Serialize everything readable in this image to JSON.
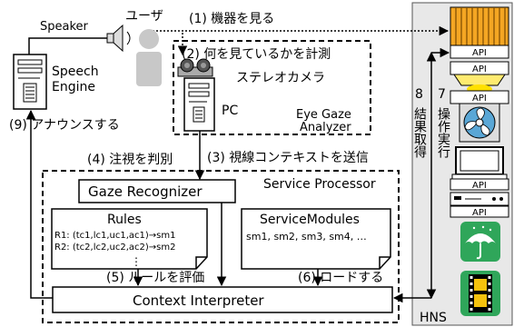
{
  "labels": {
    "speaker": "Speaker",
    "user": "ユーザ",
    "step1": "(1) 機器を見る",
    "step2": "(2) 何を見ているかを計測",
    "stereo_camera": "ステレオカメラ",
    "pc": "PC",
    "eye_gaze_analyzer_1": "Eye Gaze",
    "eye_gaze_analyzer_2": "Analyzer",
    "speech_engine_1": "Speech",
    "speech_engine_2": "Engine",
    "step9": "(9) アナウンスする",
    "step4": "(4) 注視を判別",
    "step3": "(3) 視線コンテキストを送信",
    "service_processor": "Service Processor",
    "gaze_recognizer": "Gaze Recognizer",
    "rules_title": "Rules",
    "rule1": "R1: (tc1,lc1,uc1,ac1)→sm1",
    "rule2": "R2: (tc2,lc2,uc2,ac2)→sm2",
    "rules_ellipsis": "⋮",
    "service_modules_title": "ServiceModules",
    "service_modules_list": "sm1, sm2, sm3, sm4, …",
    "step5": "(5) ルールを評価",
    "step6": "(6) ロードする",
    "context_interpreter": "Context Interpreter",
    "hns": "HNS",
    "step8_num": "8",
    "step8_text": "結果取得",
    "step7_num": "7",
    "step7_text": "操作実行",
    "api": "API"
  },
  "devices": [
    "tv-panel-icon",
    "ceiling-light-icon",
    "fan-icon",
    "monitor-icon",
    "video-deck-icon",
    "umbrella-icon",
    "film-icon"
  ]
}
